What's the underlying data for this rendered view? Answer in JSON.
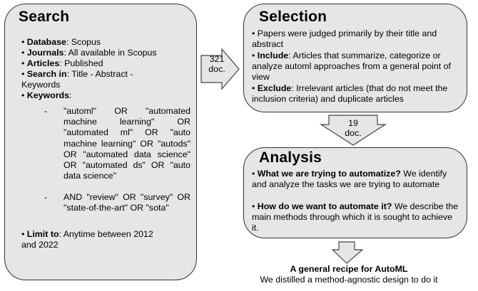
{
  "search": {
    "title": "Search",
    "items": [
      {
        "label": "Database",
        "value": ": Scopus"
      },
      {
        "label": "Journals",
        "value": ": All available in Scopus"
      },
      {
        "label": "Articles",
        "value": ": Published"
      },
      {
        "label": "Search in",
        "value": ": Title - Abstract -",
        "value2": "Keywords"
      },
      {
        "label": "Keywords",
        "value": ":"
      }
    ],
    "keywords": [
      "\"automl\" OR \"automated machine learning\" OR \"automated ml\" OR \"auto machine learning\" OR \"autods\" OR \"automated data science\" OR \"automated ds\" OR \"auto data science\"",
      "AND \"review\" OR \"survey\" OR \"state-of-the-art\" OR \"sota\""
    ],
    "dash": "-",
    "limit": {
      "label": "Limit to",
      "value": ": Anytime between 2012",
      "value2": "and 2022"
    }
  },
  "arrow1": {
    "line1": "321",
    "line2": "doc."
  },
  "selection": {
    "title": "Selection",
    "intro": "Papers were judged primarily by their title and abstract",
    "include": {
      "label": "Include",
      "value": ": Articles that summarize, categorize or analyze automl approaches from a general point of view"
    },
    "exclude": {
      "label": "Exclude",
      "value": ": Irrelevant articles (that do not meet the inclusion criteria) and duplicate articles"
    }
  },
  "arrow2": {
    "line1": "19",
    "line2": "doc."
  },
  "analysis": {
    "title": "Analysis",
    "q1": {
      "label": "What we are trying to automatize?",
      "value": " We identify and analyze the tasks we are trying to automate"
    },
    "q2": {
      "label": "How do we want to automate it?",
      "value": " We describe the main methods through which it is sought to achieve it."
    }
  },
  "recipe": {
    "title": "A general recipe for AutoML",
    "subtitle": "We distilled a method-agnostic design to do it"
  }
}
